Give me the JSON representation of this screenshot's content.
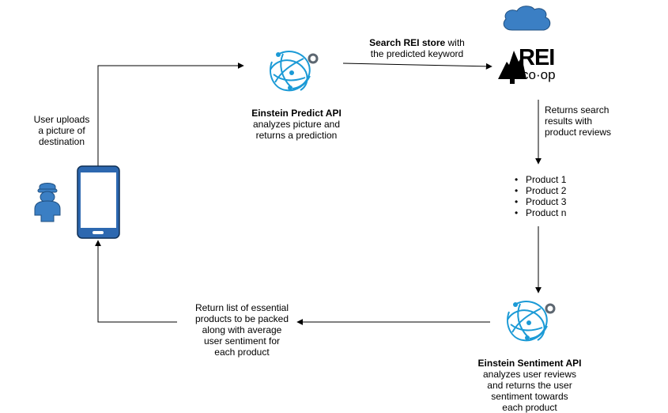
{
  "user_label": [
    "User uploads",
    "a picture of",
    "destination"
  ],
  "predict": {
    "title": "Einstein Predict API",
    "desc": [
      "analyzes picture and",
      "returns a prediction"
    ]
  },
  "search": {
    "bold": "Search REI store",
    "rest": " with",
    "line2": "the predicted keyword"
  },
  "rei_logo": {
    "brand": "REI",
    "sub": "co·op"
  },
  "returns_label": [
    "Returns search",
    "results with",
    "product reviews"
  ],
  "products": [
    "Product 1",
    "Product 2",
    "Product 3",
    "Product n"
  ],
  "sentiment": {
    "title": "Einstein Sentiment API",
    "desc": [
      "analyzes user reviews",
      "and returns the user",
      "sentiment towards",
      "each product"
    ]
  },
  "return_list_label": [
    "Return list of essential",
    "products to be packed",
    "along with average",
    "user sentiment for",
    "each product"
  ],
  "colors": {
    "icon_blue": "#3b7fc4",
    "einstein_blue": "#1b9ad6",
    "line": "#000000"
  }
}
